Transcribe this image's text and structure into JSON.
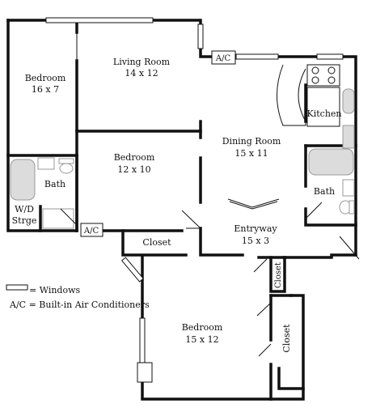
{
  "rooms": {
    "bedroom_1": {
      "name": "Bedroom",
      "size": "16 x 7"
    },
    "living_room": {
      "name": "Living Room",
      "size": "14 x 12"
    },
    "bedroom_2": {
      "name": "Bedroom",
      "size": "12 x 10"
    },
    "dining_room": {
      "name": "Dining Room",
      "size": "15 x 11"
    },
    "kitchen": {
      "name": "Kitchen"
    },
    "bath_left": {
      "name": "Bath"
    },
    "bath_right": {
      "name": "Bath"
    },
    "wd_storage": {
      "line1": "W/D",
      "line2": "Strge"
    },
    "entryway": {
      "name": "Entryway",
      "size": "15 x 3"
    },
    "closet_center": {
      "name": "Closet"
    },
    "closet_right_top": {
      "name": "Closet"
    },
    "closet_right_bottom": {
      "name": "Closet"
    },
    "bedroom_3": {
      "name": "Bedroom",
      "size": "15 x 12"
    }
  },
  "ac_labels": {
    "top": "A/C",
    "left": "A/C"
  },
  "legend": {
    "windows": "= Windows",
    "ac": "A/C = Built-in Air Conditioners"
  }
}
